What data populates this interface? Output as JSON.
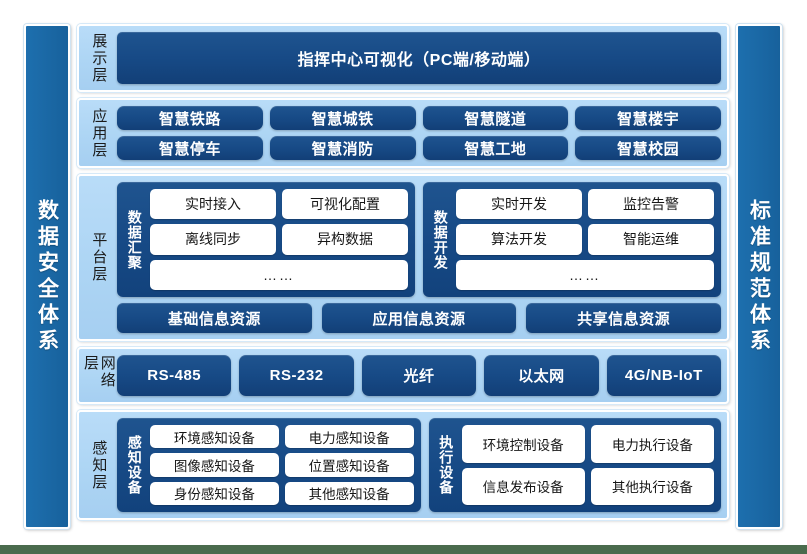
{
  "left_pillar": {
    "label": "数据安全体系"
  },
  "right_pillar": {
    "label": "标准规范体系"
  },
  "colors": {
    "dark_blue": "#174a86",
    "light_blue": "#add5f4",
    "pillar_blue": "#1b69a6",
    "white": "#ffffff",
    "page_background": "#4a6b4d"
  },
  "layers": {
    "presentation": {
      "label": "展示层",
      "banner": "指挥中心可视化（PC端/移动端）"
    },
    "application": {
      "label": "应用层",
      "row1": [
        "智慧铁路",
        "智慧城铁",
        "智慧隧道",
        "智慧楼宇"
      ],
      "row2": [
        "智慧停车",
        "智慧消防",
        "智慧工地",
        "智慧校园"
      ]
    },
    "platform": {
      "label": "平台层",
      "groups": [
        {
          "label": "数据汇聚",
          "rows": [
            [
              "实时接入",
              "可视化配置"
            ],
            [
              "离线同步",
              "异构数据"
            ],
            [
              "……"
            ]
          ]
        },
        {
          "label": "数据开发",
          "rows": [
            [
              "实时开发",
              "监控告警"
            ],
            [
              "算法开发",
              "智能运维"
            ],
            [
              "……"
            ]
          ]
        }
      ],
      "resources": [
        "基础信息资源",
        "应用信息资源",
        "共享信息资源"
      ]
    },
    "network": {
      "label": "网络层",
      "items": [
        "RS-485",
        "RS-232",
        "光纤",
        "以太网",
        "4G/NB-IoT"
      ]
    },
    "perception": {
      "label": "感知层",
      "groups": [
        {
          "label": "感知设备",
          "rows": [
            [
              "环境感知设备",
              "电力感知设备"
            ],
            [
              "图像感知设备",
              "位置感知设备"
            ],
            [
              "身份感知设备",
              "其他感知设备"
            ]
          ]
        },
        {
          "label": "执行设备",
          "rows": [
            [
              "环境控制设备",
              "电力执行设备"
            ],
            [
              "信息发布设备",
              "其他执行设备"
            ]
          ]
        }
      ]
    }
  }
}
